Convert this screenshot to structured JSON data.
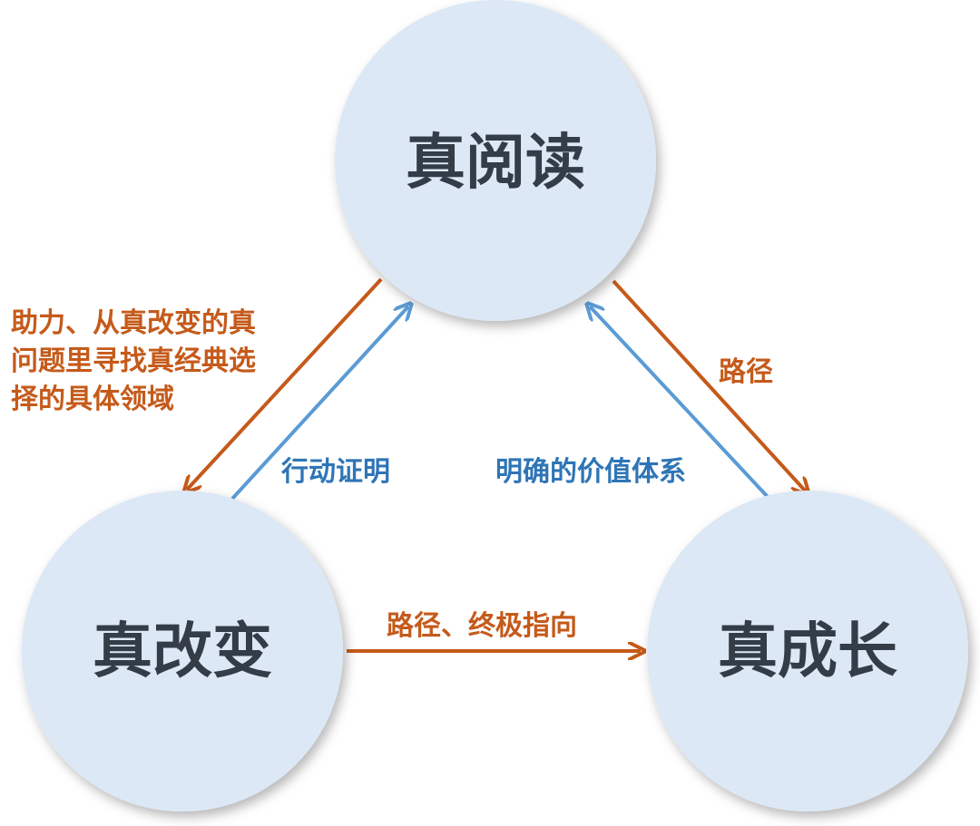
{
  "nodes": {
    "reading": "真阅读",
    "change": "真改变",
    "growth": "真成长"
  },
  "edges": {
    "reading_to_change": {
      "lines": [
        "助力、从真改变的真",
        "问题里寻找真经典选",
        "择的具体领域"
      ]
    },
    "change_to_reading": "行动证明",
    "reading_to_growth": "路径",
    "growth_to_reading": "明确的价值体系",
    "change_to_growth": "路径、终极指向"
  },
  "colors": {
    "node_fill": "#dce8f5",
    "node_text": "#333c47",
    "orange": "#c55a1a",
    "blue": "#5b9bd5",
    "blue_text": "#2e75b6"
  }
}
